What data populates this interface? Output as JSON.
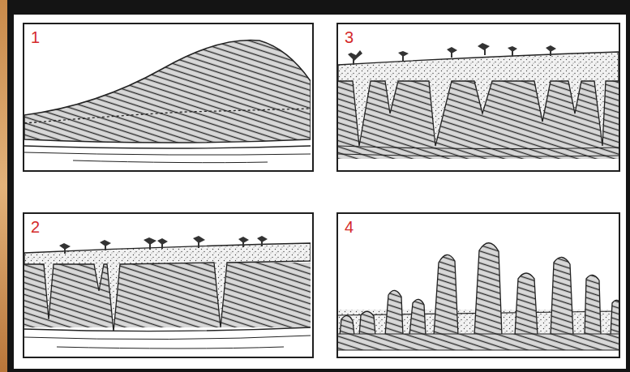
{
  "diagram": {
    "nodes": [
      {
        "text": [
          "1"
        ]
      },
      {
        "text": [
          "3"
        ]
      },
      {
        "text": [
          "2"
        ]
      },
      {
        "text": [
          "4"
        ]
      }
    ]
  }
}
